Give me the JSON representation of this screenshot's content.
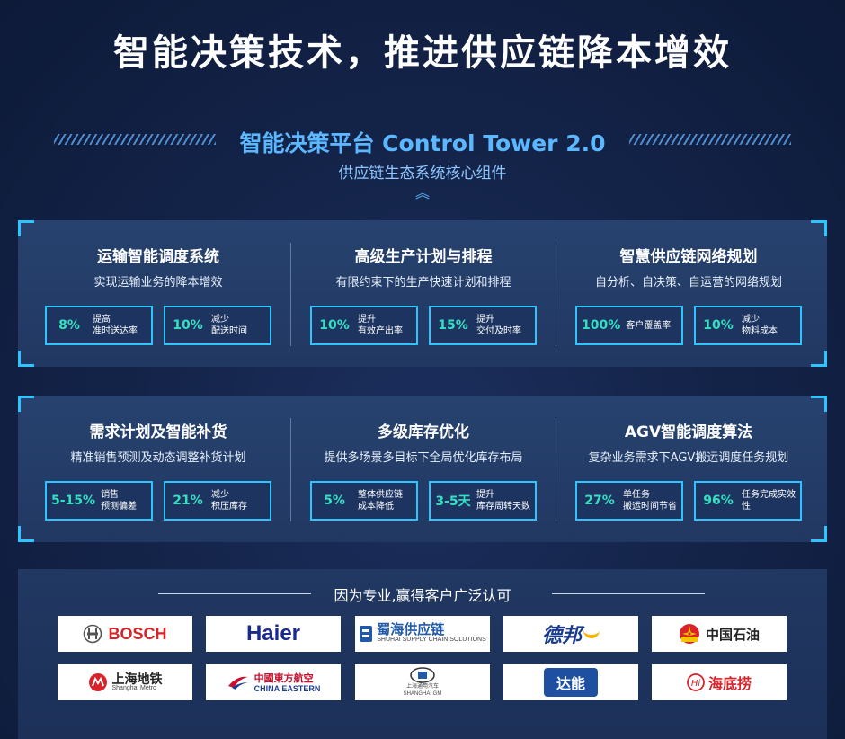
{
  "header": {
    "title": "智能决策技术，推进供应链降本增效"
  },
  "platform": {
    "title": "智能决策平台  Control Tower 2.0",
    "subtitle": "供应链生态系统核心组件",
    "chevron": "︽"
  },
  "panels": [
    {
      "columns": [
        {
          "title": "运输智能调度系统",
          "desc": "实现运输业务的降本增效",
          "metrics": [
            {
              "value": "8%",
              "label": "提高\n准时送达率"
            },
            {
              "value": "10%",
              "label": "减少\n配送时间"
            }
          ]
        },
        {
          "title": "高级生产计划与排程",
          "desc": "有限约束下的生产快速计划和排程",
          "metrics": [
            {
              "value": "10%",
              "label": "提升\n有效产出率"
            },
            {
              "value": "15%",
              "label": "提升\n交付及时率"
            }
          ]
        },
        {
          "title": "智慧供应链网络规划",
          "desc": "自分析、自决策、自运营的网络规划",
          "metrics": [
            {
              "value": "100%",
              "label": "客户覆盖率"
            },
            {
              "value": "10%",
              "label": "减少\n物料成本"
            }
          ]
        }
      ]
    },
    {
      "columns": [
        {
          "title": "需求计划及智能补货",
          "desc": "精准销售预测及动态调整补货计划",
          "metrics": [
            {
              "value": "5-15%",
              "label": "销售\n预测偏差"
            },
            {
              "value": "21%",
              "label": "减少\n积压库存"
            }
          ]
        },
        {
          "title": "多级库存优化",
          "desc": "提供多场景多目标下全局优化库存布局",
          "metrics": [
            {
              "value": "5%",
              "label": "整体供应链\n成本降低"
            },
            {
              "value": "3-5天",
              "label": "提升\n库存周转天数"
            }
          ]
        },
        {
          "title": "AGV智能调度算法",
          "desc": "复杂业务需求下AGV搬运调度任务规划",
          "metrics": [
            {
              "value": "27%",
              "label": "单任务\n搬运时间节省"
            },
            {
              "value": "96%",
              "label": "任务完成实效性"
            }
          ]
        }
      ]
    }
  ],
  "clients": {
    "title": "因为专业,赢得客户广泛认可",
    "logos": [
      {
        "name": "BOSCH",
        "sub": "",
        "color": "#d8232a",
        "icon": "bosch-icon"
      },
      {
        "name": "Haier",
        "sub": "",
        "color": "#1a2a8a",
        "icon": ""
      },
      {
        "name": "蜀海供应链",
        "sub": "SHUHAI SUPPLY CHAIN SOLUTIONS",
        "color": "#1f5aa6",
        "icon": "shuhai-icon"
      },
      {
        "name": "德邦",
        "sub": "",
        "color": "#1c3a8c",
        "icon": ""
      },
      {
        "name": "中国石油",
        "sub": "",
        "color": "#222222",
        "icon": "petrochina-icon"
      },
      {
        "name": "上海地铁",
        "sub": "Shanghai Metro",
        "color": "#222222",
        "icon": "metro-icon"
      },
      {
        "name": "中國東方航空",
        "sub": "CHINA EASTERN",
        "color": "#c8102e",
        "icon": "china-eastern-icon"
      },
      {
        "name": "上海通用汽车",
        "sub": "SHANGHAI GM",
        "color": "#333333",
        "icon": "shanghai-gm-icon"
      },
      {
        "name": "达能",
        "sub": "",
        "color": "#ffffff",
        "icon": ""
      },
      {
        "name": "海底捞",
        "sub": "",
        "color": "#d8232a",
        "icon": "haidilao-icon"
      }
    ]
  },
  "colors": {
    "accent_cyan": "#2ec5ff",
    "metric_green": "#35e0c2",
    "platform_blue": "#5bb8ff"
  }
}
